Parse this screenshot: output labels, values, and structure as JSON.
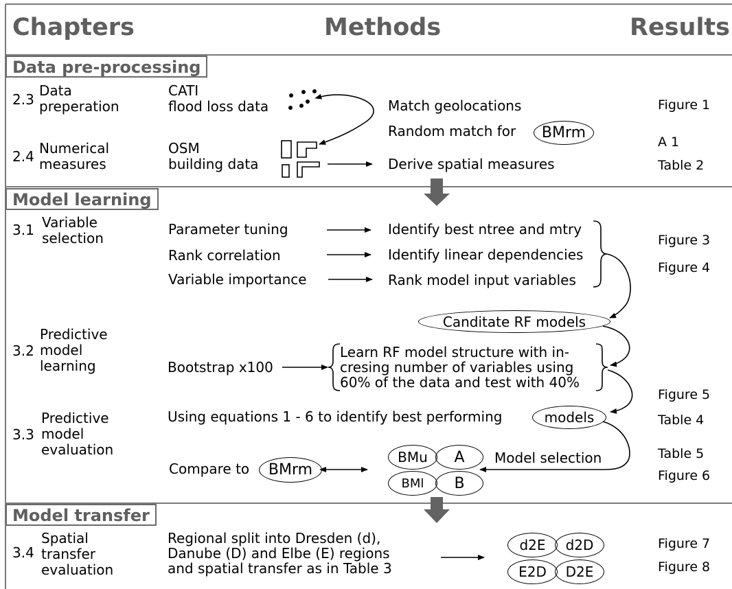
{
  "headers": {
    "chapters": "Chapters",
    "methods": "Methods",
    "results": "Results"
  },
  "sections": {
    "preprocessing": "Data pre-processing",
    "learning": "Model learning",
    "transfer": "Model transfer"
  },
  "chapters": {
    "c23_num": "2.3",
    "c23_title": "Data\npreperation",
    "c24_num": "2.4",
    "c24_title": "Numerical\nmeasures",
    "c31_num": "3.1",
    "c31_title": "Variable\nselection",
    "c32_num": "3.2",
    "c32_title": "Predictive\nmodel\nlearning",
    "c33_num": "3.3",
    "c33_title": "Predictive\nmodel\nevaluation",
    "c34_num": "3.4",
    "c34_title": "Spatial\ntransfer\nevaluation"
  },
  "methods": {
    "cati": "CATI\nflood loss data",
    "osm": "OSM\nbuilding data",
    "match_geo": "Match geolocations",
    "random_match": "Random match for",
    "bmrm": "BMrm",
    "derive": "Derive spatial measures",
    "param_tuning": "Parameter tuning",
    "rank_corr": "Rank correlation",
    "var_importance": "Variable importance",
    "identify_ntree": "Identify best ntree and mtry",
    "identify_linear": "Identify linear dependencies",
    "rank_inputs": "Rank model input variables",
    "candidate_rf": "Canditate RF models",
    "bootstrap": "Bootstrap x100",
    "learn_rf": "Learn RF model structure with in-\ncresing number of variables using\n60% of the data and test with 40%",
    "using_eq": "Using equations 1 - 6 to identify best performing",
    "models": "models",
    "compare_to": "Compare to",
    "bmrm2": "BMrm",
    "bmu": "BMu",
    "a": "A",
    "bml": "BMl",
    "b": "B",
    "model_selection": "Model selection",
    "regional_split": "Regional split into Dresden (d),\nDanube (D) and Elbe (E) regions\nand spatial transfer as in Table 3",
    "d2e": "d2E",
    "d2d": "d2D",
    "e2d": "E2D",
    "dd2e": "D2E"
  },
  "results": {
    "fig1": "Figure 1",
    "a1": "A 1",
    "table2": "Table 2",
    "fig3": "Figure 3",
    "fig4": "Figure 4",
    "fig5": "Figure 5",
    "table4": "Table 4",
    "table5": "Table 5",
    "fig6": "Figure 6",
    "fig7": "Figure 7",
    "fig8": "Figure 8"
  },
  "colors": {
    "rule": "#7a7a7a",
    "heading": "#5f5f5f",
    "arrow": "#636363"
  },
  "icons": [
    "dots-icon",
    "building-icon",
    "down-arrow-icon"
  ]
}
